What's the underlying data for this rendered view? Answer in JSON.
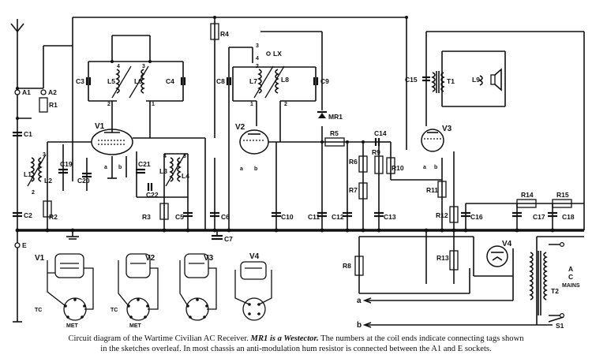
{
  "diagram": {
    "terminals": {
      "aerial1": "A1",
      "aerial2": "A2",
      "earth": "E",
      "aux_a": "a",
      "aux_b": "b"
    },
    "valves": [
      "V1",
      "V2",
      "V3",
      "V4"
    ],
    "valve_pins": {
      "anode": "a",
      "grid": "b"
    },
    "capacitors": [
      "C1",
      "C2",
      "C3",
      "C4",
      "C5",
      "C6",
      "C7",
      "C8",
      "C9",
      "C10",
      "C11",
      "C12",
      "C13",
      "C14",
      "C15",
      "C16",
      "C17",
      "C18",
      "C19",
      "C20",
      "C21",
      "C22"
    ],
    "resistors": [
      "R1",
      "R2",
      "R3",
      "R4",
      "R5",
      "R6",
      "R7",
      "R8",
      "R9",
      "R10",
      "R11",
      "R12",
      "R13",
      "R14",
      "R15"
    ],
    "coils": [
      "L1",
      "L2",
      "L3",
      "L4",
      "L5",
      "L6",
      "L7",
      "L8",
      "L9"
    ],
    "coil_tags": [
      "1",
      "2",
      "3",
      "4"
    ],
    "other_parts": {
      "westector": "MR1",
      "output_transformer": "T1",
      "mains_transformer": "T2",
      "link": "LX",
      "switch": "S1"
    },
    "base_labels": {
      "tc": "TC",
      "met": "MET"
    },
    "mains_label": [
      "A",
      "C",
      "MAINS"
    ]
  },
  "caption": {
    "line1_lead": "Circuit diagram of the Wartime Civilian AC Receiver.",
    "line1_em": "MR1 is a Westector.",
    "line1_tail": "The numbers at the coil ends indicate connecting tags shown",
    "line2": "in the sketches overleaf.  In most chassis an anti-modulation hum resistor is connected between the A1 and E sockets."
  }
}
